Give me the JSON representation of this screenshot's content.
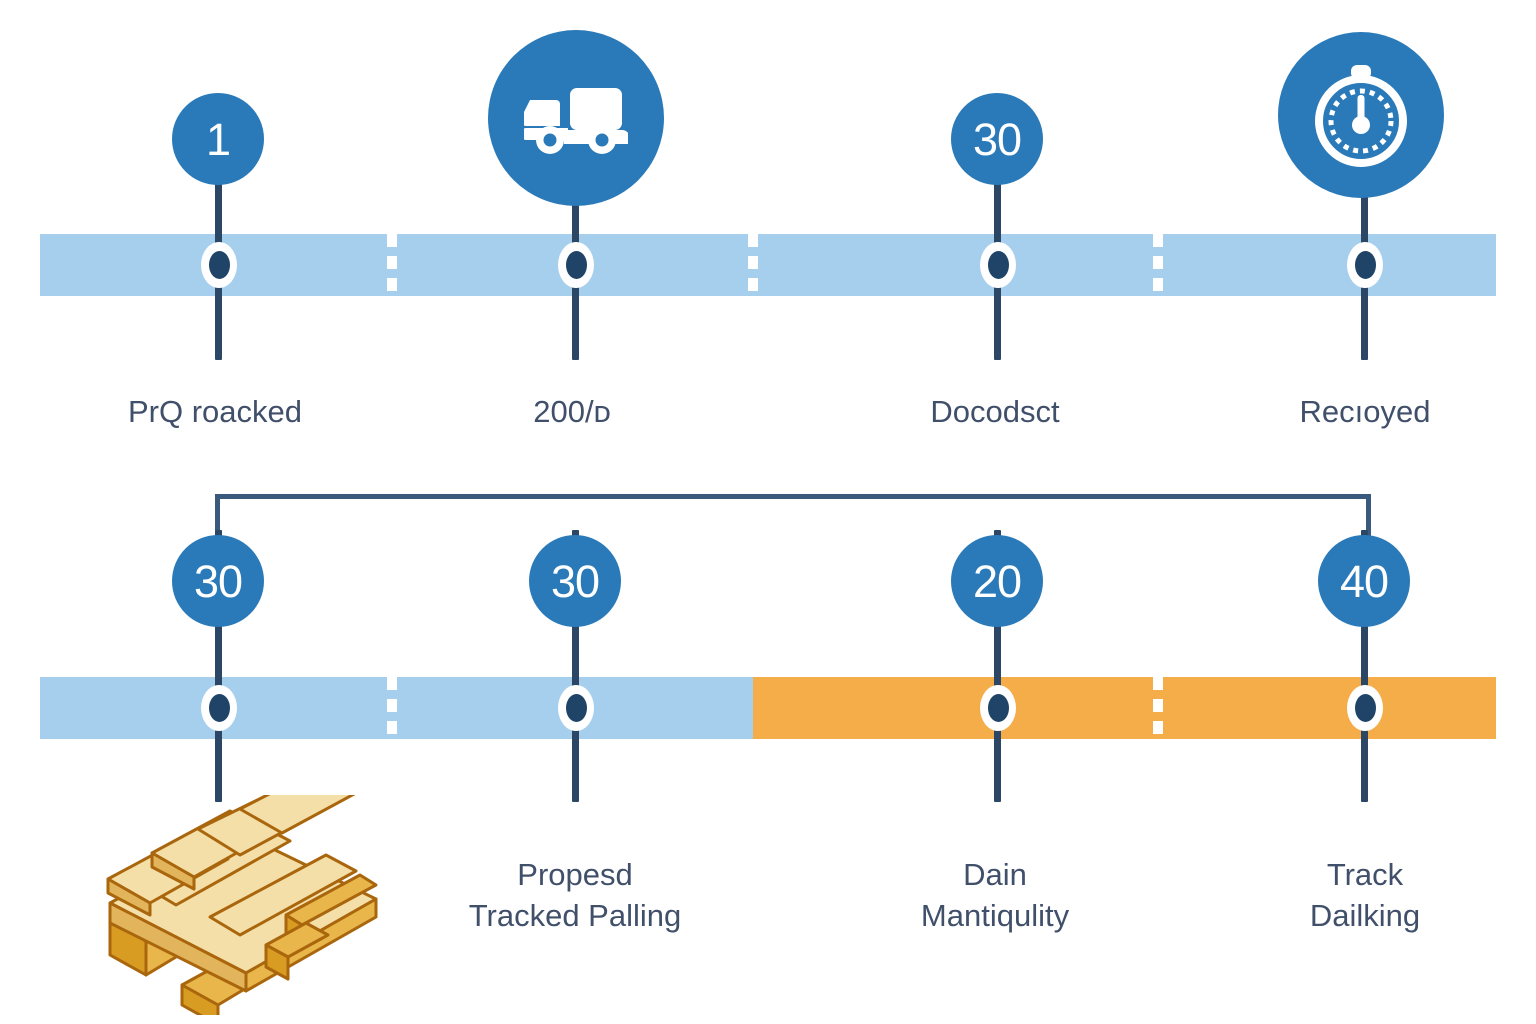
{
  "theme": {
    "bar_blue": "#a6cfee",
    "bar_orange": "#f5ad4a",
    "circle_blue": "#2a7ab9",
    "dot_navy": "#1f4468",
    "stem_navy": "#2c4766",
    "text_slate": "#41506a",
    "background": "#ffffff",
    "pallet_wood_light": "#f5dfa8",
    "pallet_wood_mid": "#e8b64a",
    "pallet_wood_dark": "#c8821b",
    "pallet_outline": "#b06c10"
  },
  "top_track": {
    "name": "upper-timeline",
    "bar_segments": [
      {
        "type": "blue",
        "start_pct": 0,
        "end_pct": 24
      },
      {
        "type": "blue",
        "start_pct": 24.6,
        "end_pct": 47
      },
      {
        "type": "blue",
        "start_pct": 47.6,
        "end_pct": 76
      },
      {
        "type": "blue",
        "start_pct": 76.6,
        "end_pct": 100
      }
    ],
    "milestones": [
      {
        "id": "m1",
        "marker_kind": "number",
        "marker_value": "1",
        "icon": null,
        "label": "PrQ roacked",
        "x_pct": 11.6
      },
      {
        "id": "m2",
        "marker_kind": "icon",
        "marker_value": "",
        "icon": "truck-icon",
        "label": "200/ᴅ",
        "x_pct": 37.5
      },
      {
        "id": "m3",
        "marker_kind": "number",
        "marker_value": "30",
        "icon": null,
        "label": "Docodsct",
        "x_pct": 64.8
      },
      {
        "id": "m4",
        "marker_kind": "icon",
        "marker_value": "",
        "icon": "stopwatch-icon",
        "label": "Recıoyed",
        "x_pct": 88.6
      }
    ]
  },
  "bottom_track": {
    "name": "lower-timeline",
    "bar_segments": [
      {
        "type": "blue",
        "start_pct": 0,
        "end_pct": 24
      },
      {
        "type": "blue",
        "start_pct": 24.6,
        "end_pct": 49
      },
      {
        "type": "orange",
        "start_pct": 49,
        "end_pct": 76.5
      },
      {
        "type": "orange",
        "start_pct": 77.1,
        "end_pct": 100
      }
    ],
    "milestones": [
      {
        "id": "b1",
        "marker_kind": "number",
        "marker_value": "30",
        "label": "",
        "illustration": "wooden-pallet",
        "x_pct": 11.6
      },
      {
        "id": "b2",
        "marker_kind": "number",
        "marker_value": "30",
        "label": "Propesd\nTracked Palling",
        "illustration": null,
        "x_pct": 37.5
      },
      {
        "id": "b3",
        "marker_kind": "number",
        "marker_value": "20",
        "label": "Dain\nMantiqulity",
        "illustration": null,
        "x_pct": 64.8
      },
      {
        "id": "b4",
        "marker_kind": "number",
        "marker_value": "40",
        "label": "Track\nDailking",
        "illustration": null,
        "x_pct": 88.6
      }
    ],
    "bracket": {
      "name": "milestone-connector-bracket"
    }
  }
}
